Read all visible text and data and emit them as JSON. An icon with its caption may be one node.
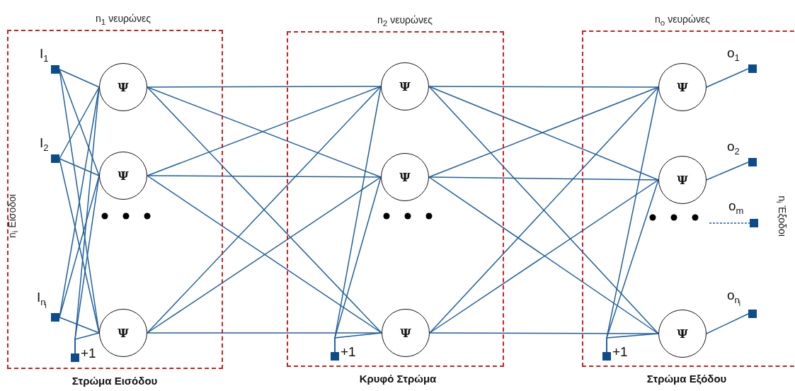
{
  "diagram": {
    "nodes": [
      {
        "text": [
          "n$_{1}$ νευρώνες",
          "Στρώμα Εισόδου"
        ]
      },
      {
        "text": [],
        "shape": "box",
        "in": 0,
        "beside": [
          "I$_{1}$"
        ]
      },
      {
        "text": [],
        "shape": "box",
        "in": 0,
        "beside": [
          "I$_{2}$"
        ]
      },
      {
        "text": [],
        "shape": "box",
        "in": 0,
        "beside": [
          "I$_{n}$$_{i}$"
        ]
      },
      {
        "text": [],
        "shape": "box",
        "in": 0,
        "beside": [
          "+1"
        ]
      },
      {
        "text": [
          "Ψ"
        ],
        "in": 0
      },
      {
        "text": [
          "Ψ"
        ],
        "in": 0
      },
      {
        "text": [
          "Ψ"
        ],
        "in": 0
      },
      {
        "text": [
          "n$_{2}$ νευρώνες",
          "Κρυφό Στρώμα"
        ]
      },
      {
        "text": [],
        "shape": "box",
        "in": 8,
        "beside": [
          "+1"
        ]
      },
      {
        "text": [
          "Ψ"
        ],
        "in": 8
      },
      {
        "text": [
          "Ψ"
        ],
        "in": 8
      },
      {
        "text": [
          "Ψ"
        ],
        "in": 8
      },
      {
        "text": [
          "n$_{o}$ νευρώνες",
          "Στρώμα Εξόδου"
        ]
      },
      {
        "text": [],
        "shape": "box",
        "in": 13,
        "beside": [
          "+1"
        ]
      },
      {
        "text": [
          "Ψ"
        ],
        "in": 13
      },
      {
        "text": [
          "Ψ"
        ],
        "in": 13
      },
      {
        "text": [
          "Ψ"
        ],
        "in": 13
      },
      {
        "text": [],
        "shape": "box",
        "in": 13,
        "beside": [
          "o$_{1}$"
        ]
      },
      {
        "text": [],
        "shape": "box",
        "in": 13,
        "beside": [
          "o$_{2}$"
        ]
      },
      {
        "text": [],
        "shape": "box",
        "in": 13,
        "beside": [
          "o$_{m}$"
        ]
      },
      {
        "text": [],
        "shape": "box",
        "in": 13,
        "beside": [
          "o$_{n}$$_{i}$"
        ]
      }
    ],
    "edges": [
      {
        "from": 1,
        "to": 5,
        "arrow": "none"
      },
      {
        "from": 1,
        "to": 6,
        "arrow": "none"
      },
      {
        "from": 1,
        "to": 7,
        "arrow": "none"
      },
      {
        "from": 2,
        "to": 5,
        "arrow": "none"
      },
      {
        "from": 2,
        "to": 6,
        "arrow": "none"
      },
      {
        "from": 2,
        "to": 7,
        "arrow": "none"
      },
      {
        "from": 3,
        "to": 5,
        "arrow": "none"
      },
      {
        "from": 3,
        "to": 6,
        "arrow": "none"
      },
      {
        "from": 3,
        "to": 7,
        "arrow": "none"
      },
      {
        "from": 4,
        "to": 5,
        "arrow": "none"
      },
      {
        "from": 4,
        "to": 6,
        "arrow": "none"
      },
      {
        "from": 4,
        "to": 7,
        "arrow": "none"
      },
      {
        "from": 5,
        "to": 10,
        "arrow": "none"
      },
      {
        "from": 5,
        "to": 11,
        "arrow": "none"
      },
      {
        "from": 5,
        "to": 12,
        "arrow": "none"
      },
      {
        "from": 6,
        "to": 10,
        "arrow": "none"
      },
      {
        "from": 6,
        "to": 11,
        "arrow": "none"
      },
      {
        "from": 6,
        "to": 12,
        "arrow": "none"
      },
      {
        "from": 7,
        "to": 10,
        "arrow": "none"
      },
      {
        "from": 7,
        "to": 11,
        "arrow": "none"
      },
      {
        "from": 7,
        "to": 12,
        "arrow": "none"
      },
      {
        "from": 9,
        "to": 10,
        "arrow": "none"
      },
      {
        "from": 9,
        "to": 11,
        "arrow": "none"
      },
      {
        "from": 9,
        "to": 12,
        "arrow": "none"
      },
      {
        "from": 10,
        "to": 15,
        "arrow": "none"
      },
      {
        "from": 10,
        "to": 16,
        "arrow": "none"
      },
      {
        "from": 10,
        "to": 17,
        "arrow": "none"
      },
      {
        "from": 11,
        "to": 15,
        "arrow": "none"
      },
      {
        "from": 11,
        "to": 16,
        "arrow": "none"
      },
      {
        "from": 11,
        "to": 17,
        "arrow": "none"
      },
      {
        "from": 12,
        "to": 15,
        "arrow": "none"
      },
      {
        "from": 12,
        "to": 16,
        "arrow": "none"
      },
      {
        "from": 12,
        "to": 17,
        "arrow": "none"
      },
      {
        "from": 14,
        "to": 15,
        "arrow": "none"
      },
      {
        "from": 14,
        "to": 16,
        "arrow": "none"
      },
      {
        "from": 14,
        "to": 17,
        "arrow": "none"
      },
      {
        "from": 15,
        "to": 18,
        "arrow": "none"
      },
      {
        "from": 16,
        "to": 19,
        "arrow": "none"
      },
      {
        "from": null,
        "to": 20,
        "arrow": "none",
        "style": "dashed"
      },
      {
        "from": 17,
        "to": 21,
        "arrow": "none"
      }
    ],
    "labels": [
      "n$_{i}$ Είσοδοι",
      "n$_{i}$ Έξοδοι"
    ]
  }
}
